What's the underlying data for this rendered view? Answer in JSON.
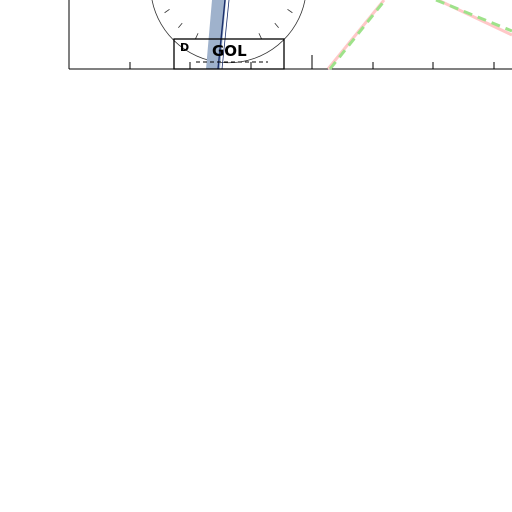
{
  "chart_data": {
    "type": "line",
    "panels": [
      {
        "name": "wind-dial-panel",
        "box_labels": {
          "corner": "D",
          "main": "GOL"
        },
        "band_color": "#9fb2cc",
        "needle_color": "#1b2f6b"
      },
      {
        "name": "lines-panel",
        "series": [
          {
            "color": "#ffc8c8",
            "style": "solid"
          },
          {
            "color": "#9ee28a",
            "style": "dashed"
          }
        ]
      }
    ],
    "grid": false
  }
}
